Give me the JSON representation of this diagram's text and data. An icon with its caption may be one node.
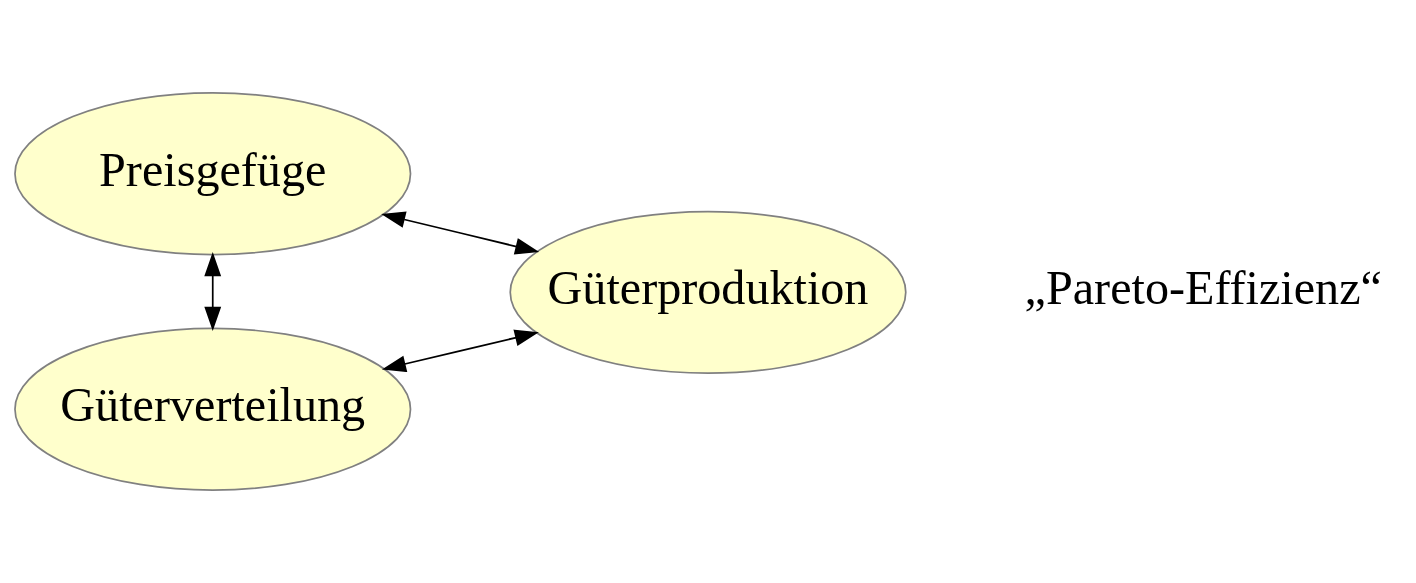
{
  "diagram": {
    "nodes": [
      {
        "text": [
          "Preisgefüge"
        ]
      },
      {
        "text": [
          "Güterproduktion"
        ]
      },
      {
        "text": [
          "Güterverteilung"
        ]
      }
    ],
    "edges": [
      {
        "from": 0,
        "to": 1,
        "arrow": "both"
      },
      {
        "from": 0,
        "to": 2,
        "arrow": "both"
      },
      {
        "from": 2,
        "to": 1,
        "arrow": "both"
      }
    ],
    "labels": [
      "„Pareto-Effizienz“"
    ]
  }
}
